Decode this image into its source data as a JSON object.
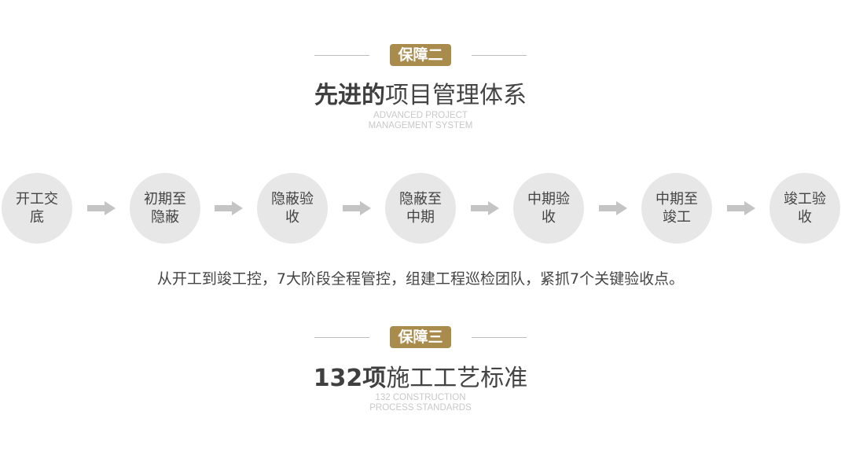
{
  "section2": {
    "badge": "保障二",
    "title_bold": "先进的",
    "title_rest": "项目管理体系",
    "en_line1": "ADVANCED PROJECT",
    "en_line2": "MANAGEMENT SYSTEM"
  },
  "steps": [
    "开工交底",
    "初期至隐蔽",
    "隐蔽验收",
    "隐蔽至中期",
    "中期验收",
    "中期至竣工",
    "竣工验收"
  ],
  "description": "从开工到竣工控，7大阶段全程管控，组建工程巡检团队，紧抓7个关键验收点。",
  "section3": {
    "badge": "保障三",
    "title_bold": "132项",
    "title_rest": "施工工艺标准",
    "en_line1": "132 CONSTRUCTION",
    "en_line2": "PROCESS STANDARDS"
  },
  "colors": {
    "badge": "#a98b4c",
    "circle": "#e7e7e7",
    "arrow": "#c4c4c4"
  }
}
